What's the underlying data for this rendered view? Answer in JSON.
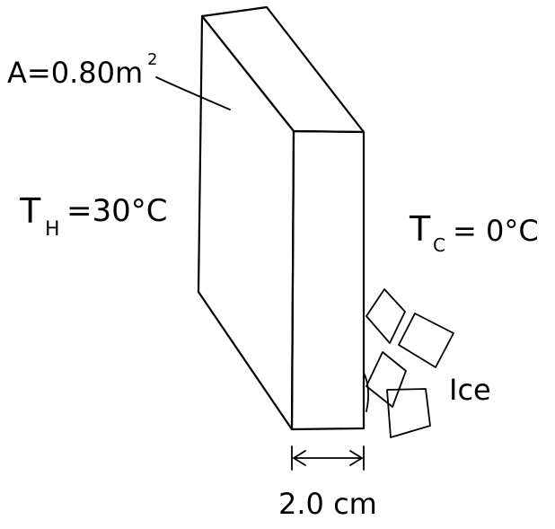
{
  "labels": {
    "area_main": "A=0.80m",
    "area_exp": "2",
    "hot_T": "T",
    "hot_sub": "H",
    "hot_rest": "=30°C",
    "cold_T": "T",
    "cold_sub": "C",
    "cold_rest": "= 0°C",
    "ice": "Ice",
    "thickness": "2.0 cm"
  }
}
